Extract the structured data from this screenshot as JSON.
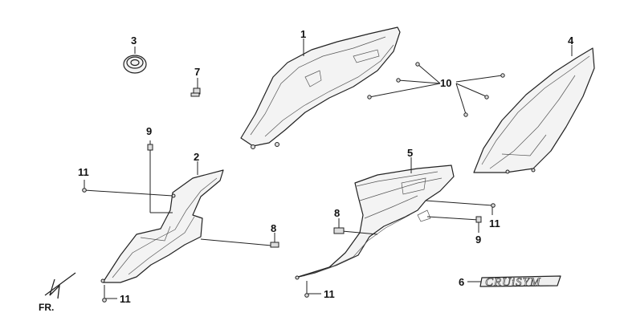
{
  "diagram": {
    "callouts": {
      "c1": "1",
      "c2": "2",
      "c3": "3",
      "c4": "4",
      "c5": "5",
      "c6": "6",
      "c7": "7",
      "c8a": "8",
      "c8b": "8",
      "c9a": "9",
      "c9b": "9",
      "c10": "10",
      "c11a": "11",
      "c11b": "11",
      "c11c": "11",
      "c11d": "11"
    },
    "direction_label": "FR.",
    "emblem_text": "CRUiSYM"
  }
}
